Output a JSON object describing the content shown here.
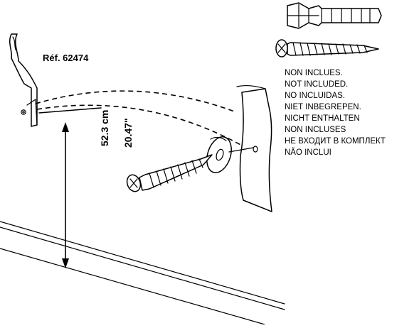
{
  "reference": "Réf. 62474",
  "dimension": {
    "metric": "52.3 cm",
    "imperial": "20.47\""
  },
  "not_included": [
    "NON INCLUES.",
    "NOT INCLUDED.",
    "NO INCLUIDAS.",
    "NIET INBEGREPEN.",
    "NICHT ENTHALTEN",
    "NON INCLUSES",
    "НЕ ВХОДИТ В КОМПЛЕКТ",
    "NÃO INCLUI"
  ],
  "icons": {
    "anchor": "wall-plug-icon",
    "screw": "screw-icon",
    "washer": "washer-icon",
    "bracket": "hook-bracket-icon"
  }
}
